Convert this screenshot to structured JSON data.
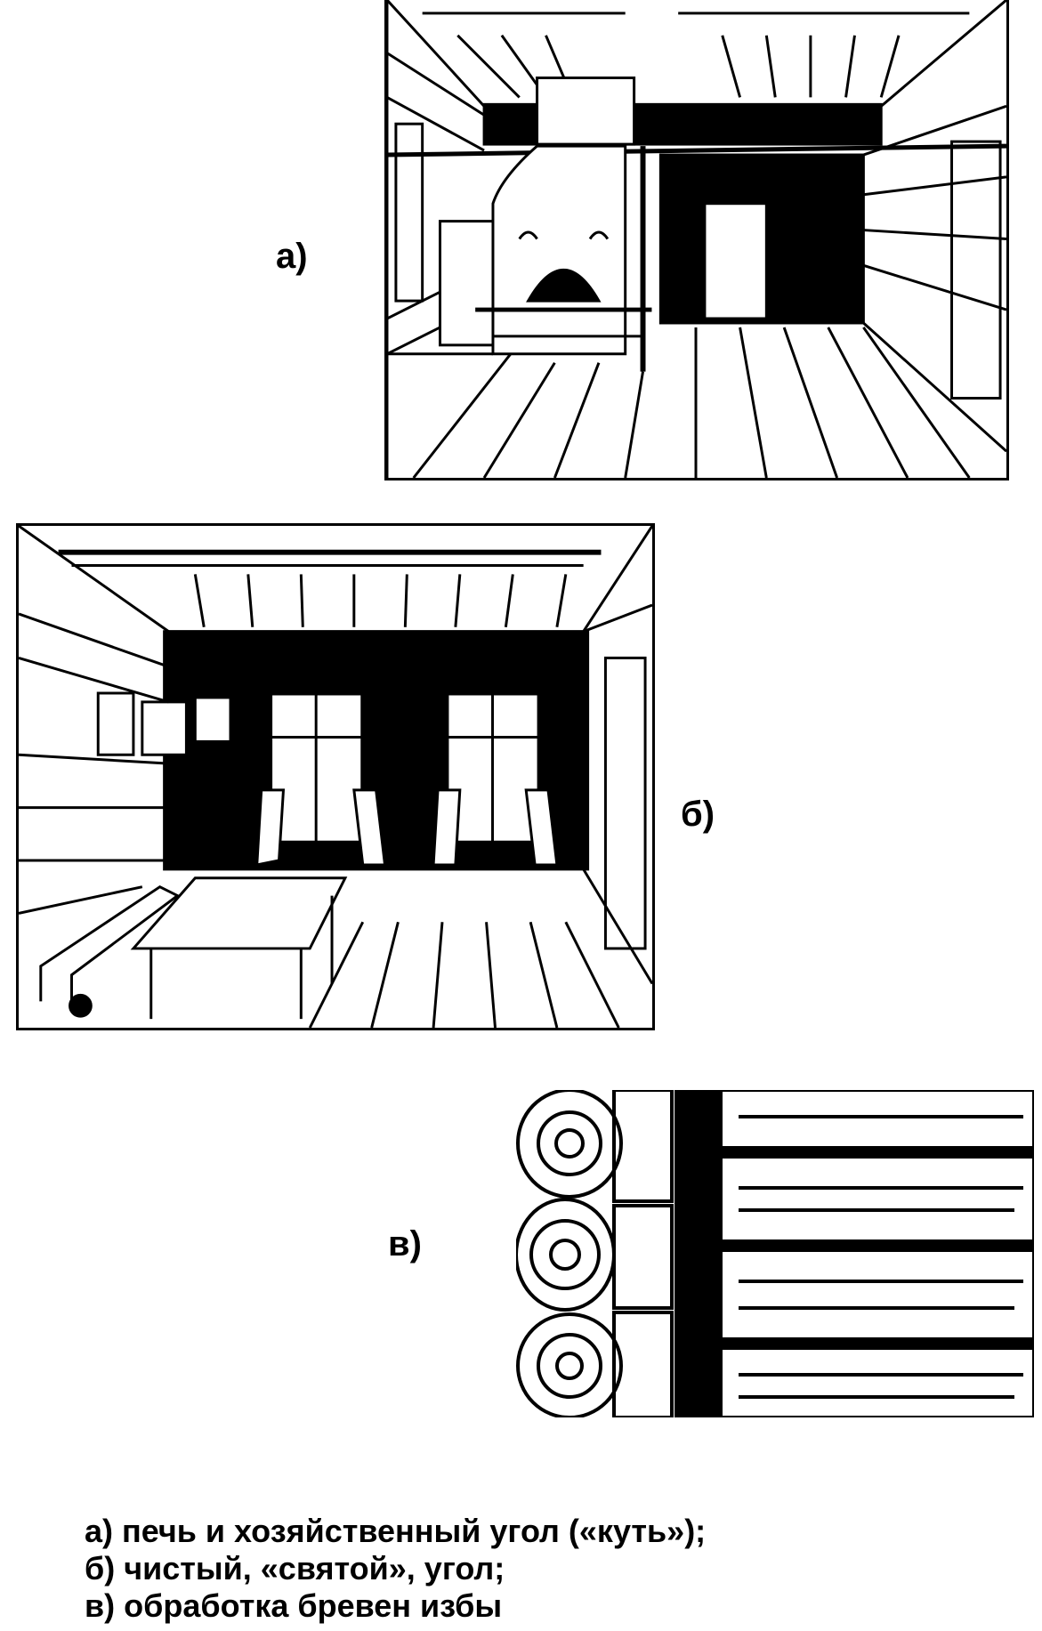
{
  "labels": {
    "a": "а)",
    "b": "б)",
    "c": "в)"
  },
  "caption": [
    "а) печь и хозяйственный угол («куть»);",
    "б) чистый, «святой», угол;",
    "в) обработка бревен избы"
  ],
  "colors": {
    "ink": "#000000",
    "paper": "#ffffff"
  }
}
